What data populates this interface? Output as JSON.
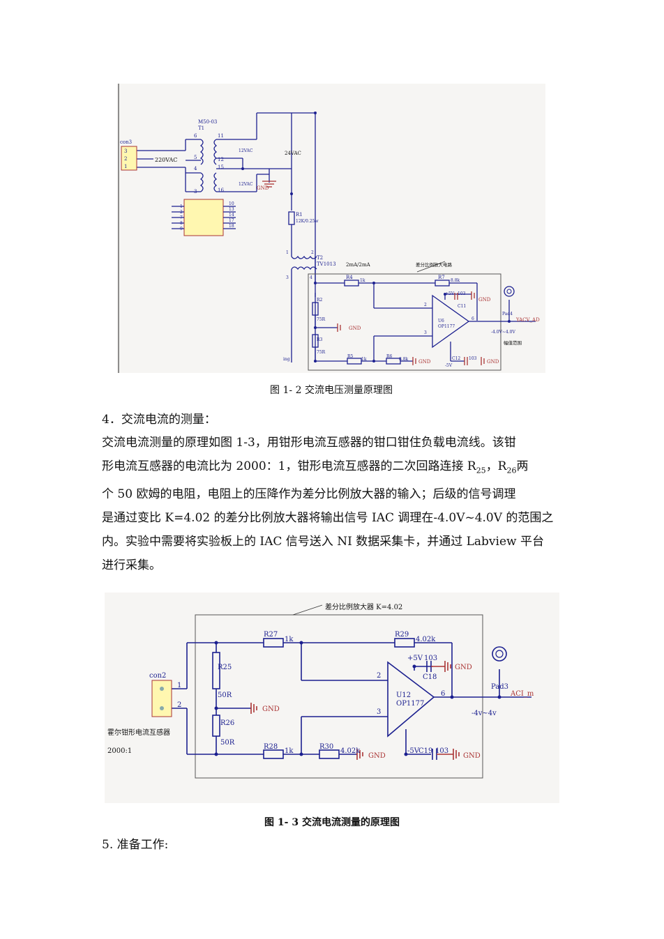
{
  "figure1": {
    "caption": "图 1- 2 交流电压测量原理图",
    "labels": {
      "con": "con3",
      "con_pins": [
        "3",
        "2",
        "1"
      ],
      "v220": "220VAC",
      "transformer": "M50-03",
      "t1": "T1",
      "pins_left": [
        "6",
        "5",
        "4",
        "3"
      ],
      "pins_right": [
        "11",
        "12",
        "15",
        "16"
      ],
      "v12a": "12VAC",
      "v12b": "12VAC",
      "v24": "24VAC",
      "gnd": "GND",
      "chip_left": [
        "1",
        "2",
        "7",
        "8",
        "9"
      ],
      "chip_right": [
        "10",
        "13",
        "14",
        "17",
        "18"
      ],
      "r1": "R1",
      "r1_val": "12K/0.25w",
      "t2": "T2",
      "t2_model": "TV1013",
      "ratio": "2mA/2mA",
      "amp_title": "差分比例放大电路",
      "r4": "R4",
      "r4_val": "1k",
      "r7": "R7",
      "r7_val": "8.8k",
      "v5": "+5V",
      "c_val": "103",
      "c11": "C11",
      "r2": "R2",
      "r2_val": "75R",
      "r3": "R3",
      "r3_val": "75R",
      "u6": "U6",
      "op": "OP1177",
      "pad": "Pad4",
      "out": "YACV_AD",
      "range": "-4.0V~4.0V",
      "range_label": "幅值范围",
      "r5": "R5",
      "r5_val": "1k",
      "r6": "R6",
      "r6_val": "8.8k",
      "c12": "C12",
      "c12_val": "103",
      "vneg": "-5V",
      "ing": "ing",
      "pin2": "2",
      "pin3": "3",
      "pin6": "6",
      "t2_pins": [
        "1",
        "2",
        "3",
        "4"
      ]
    }
  },
  "section4": {
    "heading": "4．交流电流的测量：",
    "paragraph_lines": [
      "交流电流测量的原理如图 1-3，用钳形电流互感器的钳口钳住负载电流线。该钳",
      "形电流互感器的电流比为 2000：1，钳形电流互感器的二次回路连接 R",
      "个 50 欧姆的电阻，电阻上的压降作为差分比例放大器的输入；后级的信号调理",
      "是通过变比 K=4.02 的差分比例放大器将输出信号 IAC 调理在-4.0V~4.0V 的范围之",
      "内。实验中需要将实验板上的 IAC 信号送入 NI 数据采集卡，并通过 Labview 平台",
      "进行采集。"
    ],
    "line2_sub1": "25",
    "line2_mid": "，R",
    "line2_sub2": "26",
    "line2_end": "两"
  },
  "figure2": {
    "caption": "图  1- 3 交流电流测量的原理图",
    "labels": {
      "amp_title": "差分比例放大器  K=4.02",
      "r27": "R27",
      "r27_val": "1k",
      "r29": "R29",
      "r29_val": "4.02k",
      "v5": "+5V",
      "c_val": "103",
      "c18": "C18",
      "gnd": "GND",
      "r25": "R25",
      "r25_val": "50R",
      "r26": "R26",
      "r26_val": "50R",
      "con": "con2",
      "pin1": "1",
      "pin2": "2",
      "sensor": "霍尔钳形电流互感器",
      "ratio": "2000:1",
      "u12": "U12",
      "op": "OP1177",
      "pad": "Pad3",
      "out": "ACI_m",
      "range": "-4v~4v",
      "r28": "R28",
      "r28_val": "1k",
      "r30": "R30",
      "r30_val": "4.02k",
      "vneg": "-5V",
      "c19": "C19",
      "c19_val": "103",
      "p2": "2",
      "p3": "3",
      "p6": "6"
    }
  },
  "section5": {
    "heading": "5. 准备工作:"
  }
}
